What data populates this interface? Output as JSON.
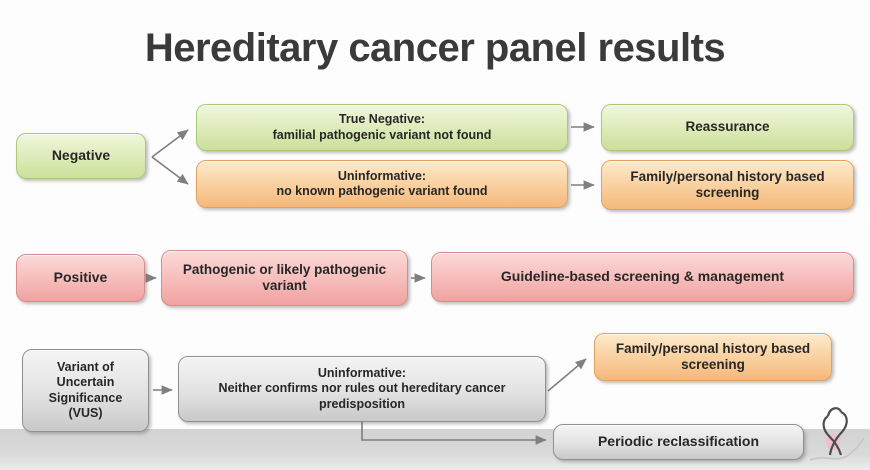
{
  "title": "Hereditary cancer panel results",
  "negative_flow": {
    "source": "Negative",
    "true_negative": {
      "heading": "True Negative:",
      "detail": "familial pathogenic variant not found"
    },
    "true_negative_outcome": "Reassurance",
    "uninformative": {
      "heading": "Uninformative:",
      "detail": "no known pathogenic variant found"
    },
    "uninformative_outcome": "Family/personal history based screening"
  },
  "positive_flow": {
    "source": "Positive",
    "result": "Pathogenic or likely pathogenic variant",
    "outcome": "Guideline-based screening & management"
  },
  "vus_flow": {
    "source": "Variant of Uncertain Significance (VUS)",
    "result": {
      "heading": "Uninformative:",
      "detail": "Neither confirms nor rules out hereditary cancer predisposition"
    },
    "outcome_screening": "Family/personal history based screening",
    "outcome_reclassification": "Periodic reclassification"
  },
  "icons": {
    "ribbon": "pink-awareness-ribbon-icon"
  },
  "colors": {
    "negative_green": "#d4e6a5",
    "screening_orange": "#f7c18b",
    "positive_pink": "#f3aaa8",
    "vus_gray": "#d8d8d8",
    "connector_gray": "#7f7f7f",
    "band_gray": "#d6d6d6",
    "title_text": "#3a3a3a"
  }
}
